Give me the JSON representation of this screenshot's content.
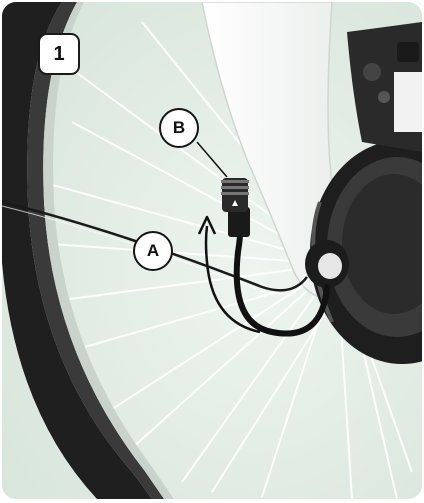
{
  "step": {
    "number": "1"
  },
  "callouts": {
    "a": "A",
    "b": "B"
  },
  "colors": {
    "background": "#e3ede6",
    "tire": "#222222",
    "fork": "#f7f7f7",
    "hub": "#2a2a2a",
    "cable": "#111111"
  },
  "icons": [
    "wheel-tire",
    "spoke",
    "fork-leg",
    "hub-motor",
    "connector",
    "cable",
    "arrow-up"
  ]
}
